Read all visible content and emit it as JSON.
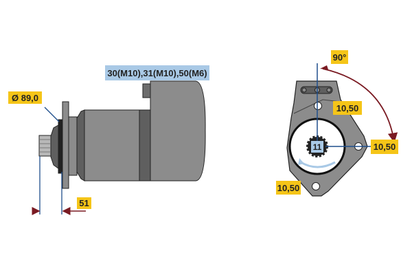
{
  "side_view": {
    "terminals_label": "30(M10),31(M10),50(M6)",
    "diameter_label": "Ø 89,0",
    "flange_distance_label": "51"
  },
  "front_view": {
    "angle_label": "90°",
    "hole_top_label": "10,50",
    "hole_right_label": "10,50",
    "hole_bottom_label": "10,50",
    "pinion_teeth_label": "11"
  },
  "colors": {
    "label_yellow": "#f5c518",
    "label_blue": "#a9c9e6",
    "dimension_blue": "#1f4e8c",
    "dimension_red": "#7a1a22",
    "body_gray": "#8c8c8c"
  }
}
